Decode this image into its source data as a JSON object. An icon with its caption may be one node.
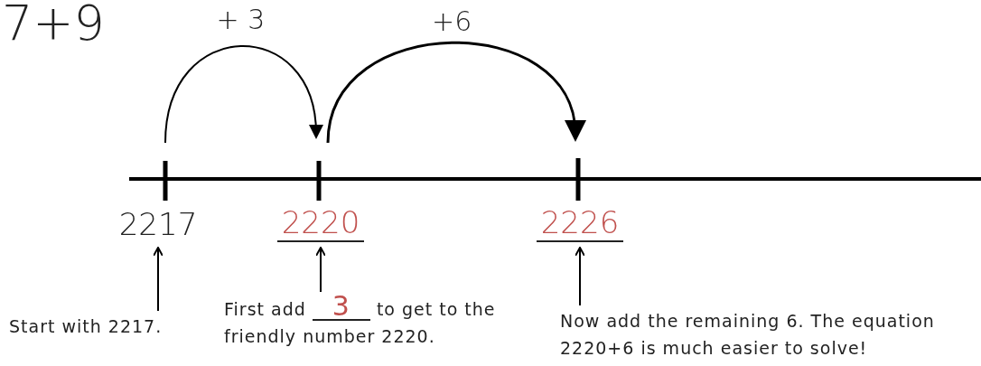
{
  "diagram": {
    "nodes": [
      {
        "text": [
          "2217"
        ]
      },
      {
        "text": [
          "2220"
        ]
      },
      {
        "text": [
          "2226"
        ]
      },
      {
        "text": [
          "Start with 2217."
        ]
      },
      {
        "text": [
          "First add",
          "3",
          "to get to the friendly number 2220."
        ]
      },
      {
        "text": [
          "Now add the remaining 6. The equation 2220+6 is much easier to solve!"
        ]
      }
    ],
    "edges": [
      {
        "from": 0,
        "to": 1,
        "arrow": "to",
        "label": "+ 3"
      },
      {
        "from": 1,
        "to": 2,
        "arrow": "to",
        "label": "+6"
      },
      {
        "from": 3,
        "to": 0,
        "arrow": "to"
      },
      {
        "from": 4,
        "to": 1,
        "arrow": "to"
      },
      {
        "from": 5,
        "to": 2,
        "arrow": "to"
      }
    ],
    "labels": [
      "7+9"
    ]
  }
}
